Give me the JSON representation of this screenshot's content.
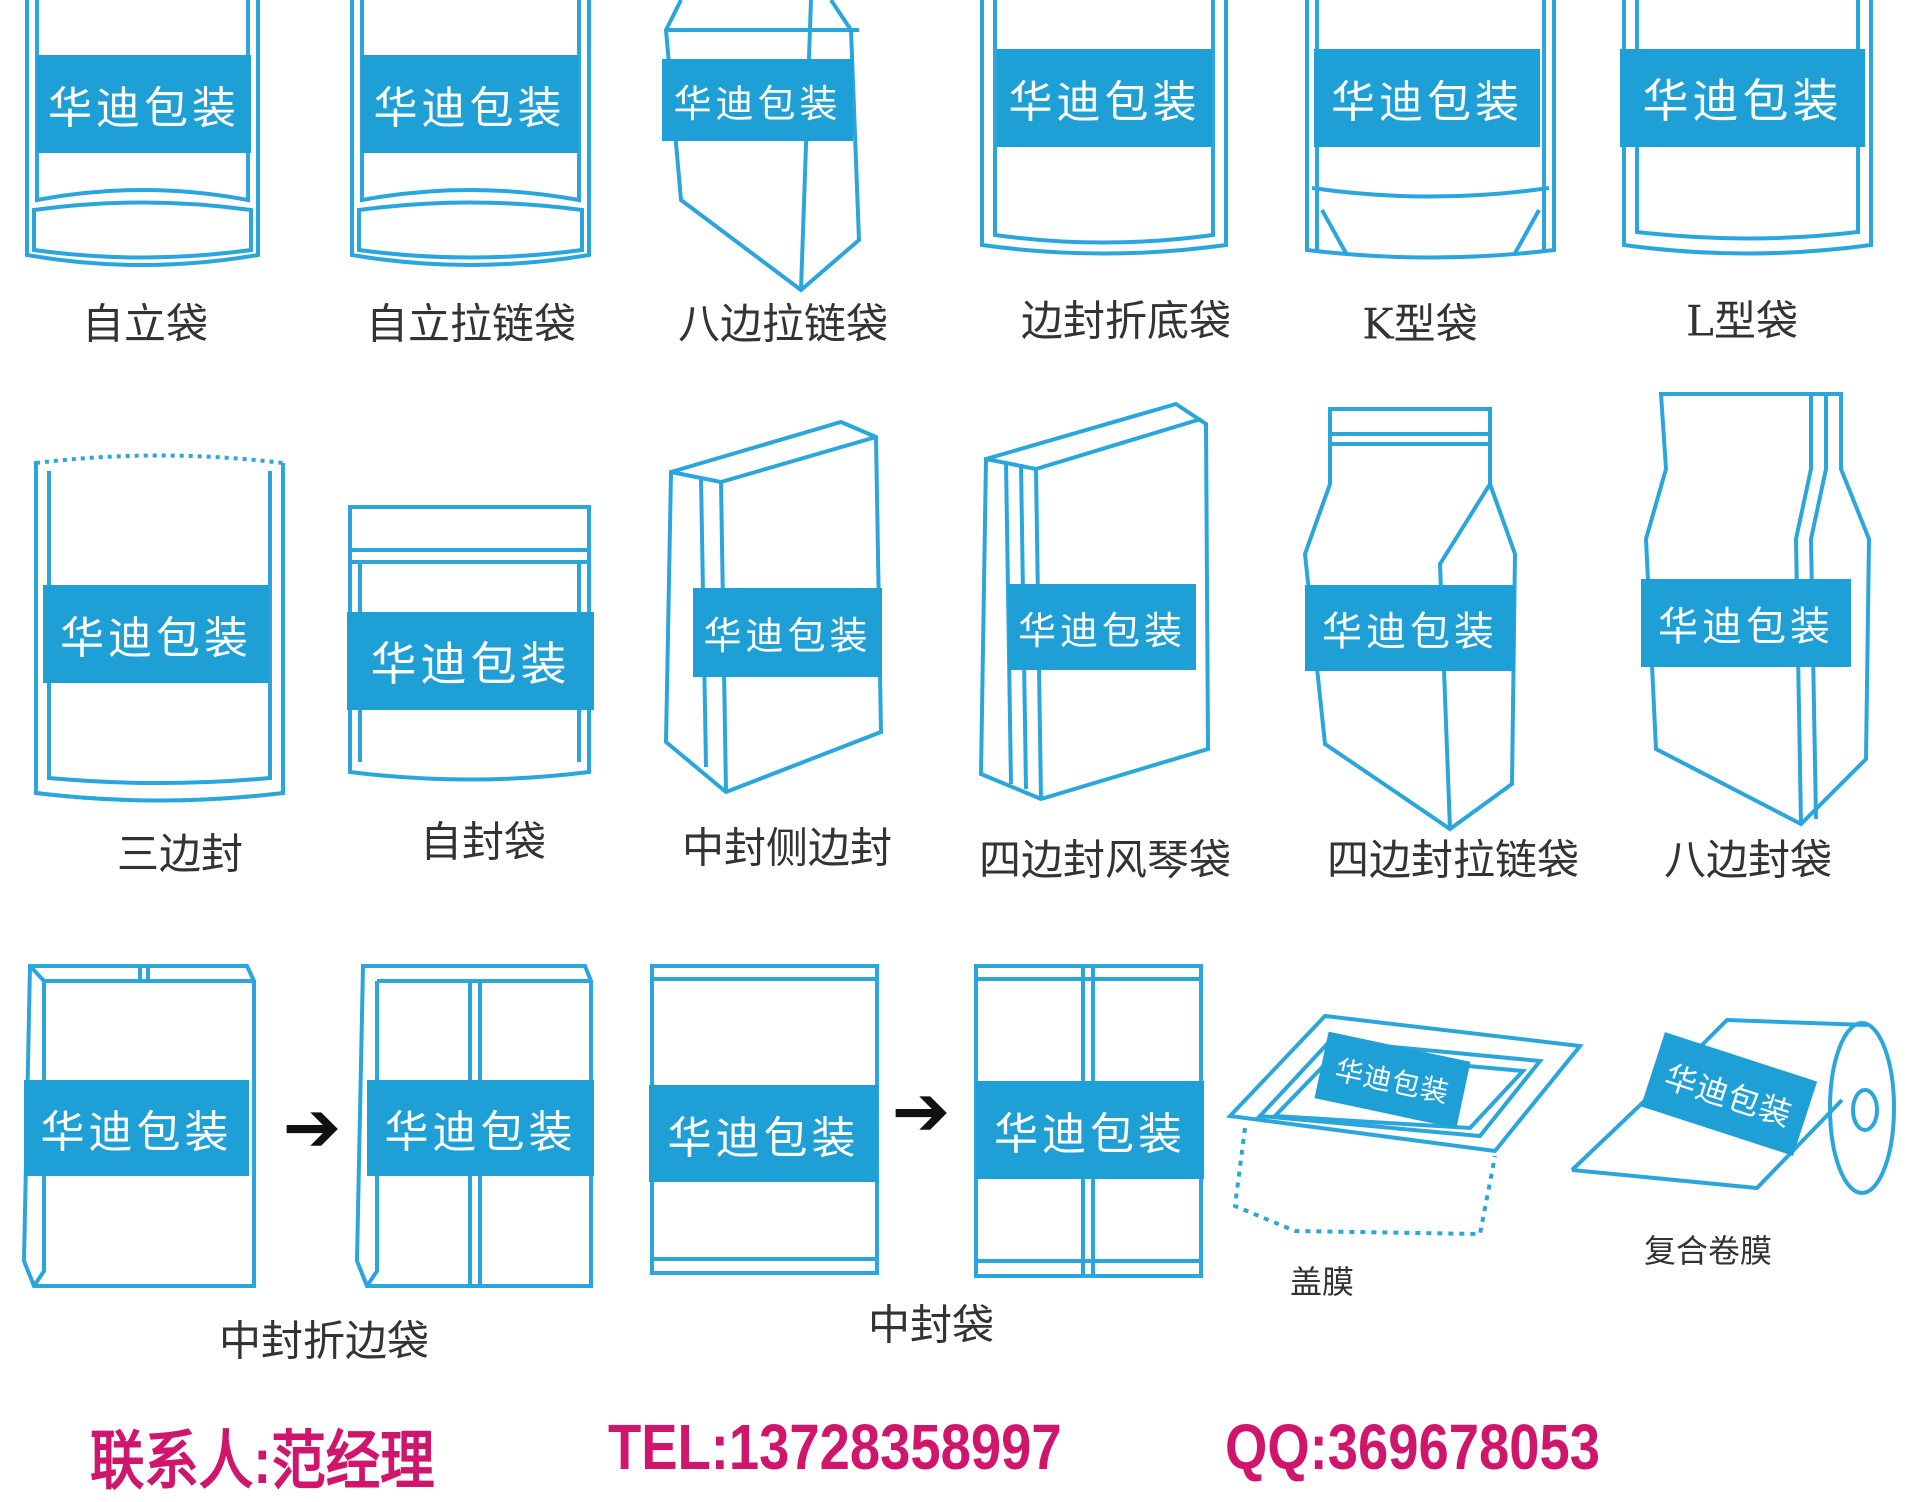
{
  "brand": "华迪包装",
  "row1": [
    "自立袋",
    "自立拉链袋",
    "八边拉链袋",
    "边封折底袋",
    "K型袋",
    "L型袋"
  ],
  "row2": [
    "三边封",
    "自封袋",
    "中封侧边封",
    "四边封风琴袋",
    "四边封拉链袋",
    "八边封袋"
  ],
  "row3": [
    "中封折边袋",
    "中封袋",
    "盖膜",
    "复合卷膜"
  ],
  "contact": {
    "person": "联系人:范经理",
    "tel": "TEL:13728358997",
    "qq": "QQ:369678053"
  },
  "colors": {
    "outline": "#2aa6dd",
    "band": "#1ea0d6",
    "contact": "#d0156c"
  }
}
